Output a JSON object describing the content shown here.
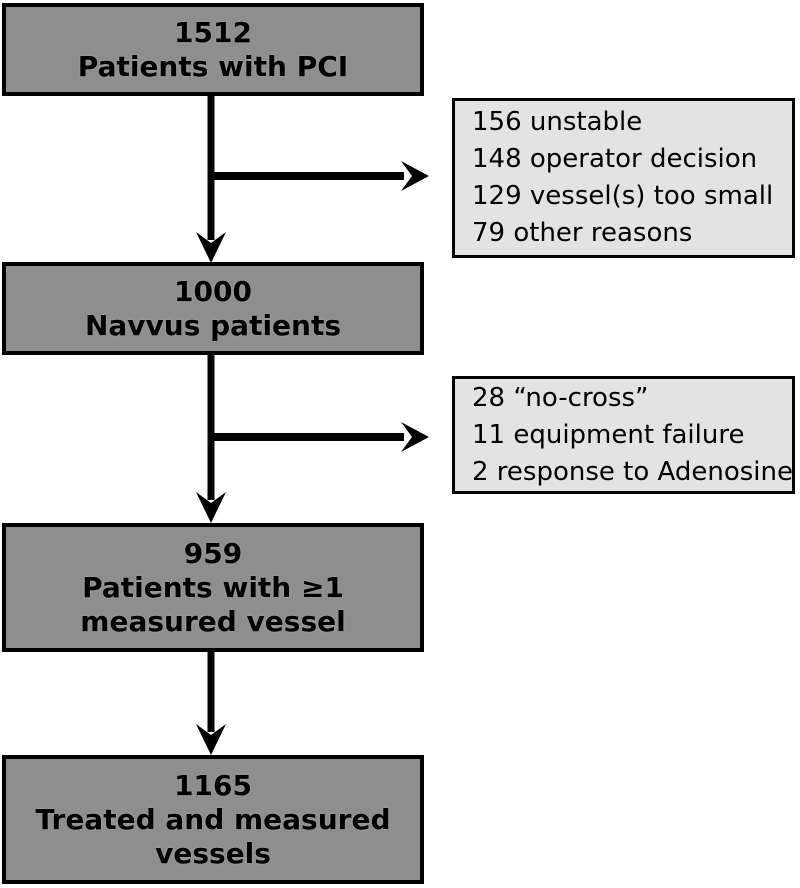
{
  "diagram": {
    "main_boxes": [
      {
        "id": "box-1512",
        "lines": [
          "1512",
          "Patients with PCI"
        ]
      },
      {
        "id": "box-1000",
        "lines": [
          "1000",
          "Navvus patients"
        ]
      },
      {
        "id": "box-959",
        "lines": [
          "959",
          "Patients with ≥1",
          "measured vessel"
        ]
      },
      {
        "id": "box-1165",
        "lines": [
          "1165",
          "Treated and measured",
          "vessels"
        ]
      }
    ],
    "exclusion_boxes": [
      {
        "id": "exclusions-1",
        "lines": [
          "156 unstable",
          "148 operator decision",
          "129 vessel(s) too small",
          "79 other reasons"
        ]
      },
      {
        "id": "exclusions-2",
        "lines": [
          "28 “no-cross”",
          "11 equipment failure",
          "2 response to Adenosine"
        ]
      }
    ],
    "connections": [
      {
        "from": "box-1512",
        "to": "box-1000",
        "direction": "down"
      },
      {
        "from": "box-1512",
        "to": "exclusions-1",
        "direction": "right"
      },
      {
        "from": "box-1000",
        "to": "box-959",
        "direction": "down"
      },
      {
        "from": "box-1000",
        "to": "exclusions-2",
        "direction": "right"
      },
      {
        "from": "box-959",
        "to": "box-1165",
        "direction": "down"
      }
    ],
    "colors": {
      "main_box_fill": "#8e8e8e",
      "exclusion_box_fill": "#e3e3e3",
      "border": "#000000",
      "arrow": "#000000",
      "text": "#000000",
      "background": "#ffffff"
    }
  }
}
